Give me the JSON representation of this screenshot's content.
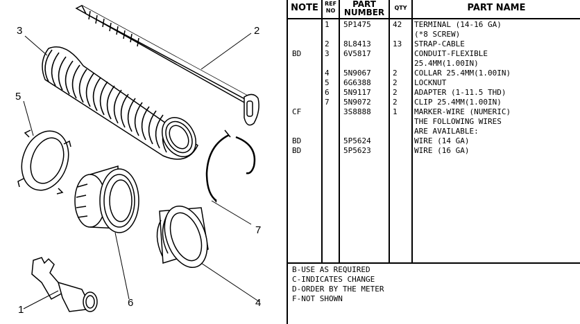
{
  "callouts": [
    "1",
    "2",
    "3",
    "4",
    "5",
    "6",
    "7"
  ],
  "table": {
    "headers": {
      "note": "NOTE",
      "ref_no": [
        "REF",
        "NO"
      ],
      "part_number": [
        "PART",
        "NUMBER"
      ],
      "qty": "QTY",
      "part_name": "PART NAME"
    },
    "rows": [
      {
        "note": "",
        "ref": "1",
        "part": "5P1475",
        "qty": "42",
        "name": "TERMINAL (14-16 GA)"
      },
      {
        "note": "",
        "ref": "",
        "part": "",
        "qty": "",
        "name": "(*8 SCREW)"
      },
      {
        "note": "",
        "ref": "2",
        "part": "8L8413",
        "qty": "13",
        "name": "STRAP-CABLE"
      },
      {
        "note": "BD",
        "ref": "3",
        "part": "6V5817",
        "qty": "",
        "name": "CONDUIT-FLEXIBLE"
      },
      {
        "note": "",
        "ref": "",
        "part": "",
        "qty": "",
        "name": "25.4MM(1.00IN)"
      },
      {
        "note": "",
        "ref": "4",
        "part": "5N9067",
        "qty": "2",
        "name": "COLLAR 25.4MM(1.00IN)"
      },
      {
        "note": "",
        "ref": "5",
        "part": "6G6388",
        "qty": "2",
        "name": "LOCKNUT"
      },
      {
        "note": "",
        "ref": "6",
        "part": "5N9117",
        "qty": "2",
        "name": "ADAPTER (1-11.5 THD)"
      },
      {
        "note": "",
        "ref": "7",
        "part": "5N9072",
        "qty": "2",
        "name": "CLIP 25.4MM(1.00IN)"
      },
      {
        "note": "CF",
        "ref": "",
        "part": "3S8888",
        "qty": "1",
        "name": "MARKER-WIRE (NUMERIC)"
      },
      {
        "note": "",
        "ref": "",
        "part": "",
        "qty": "",
        "name": "THE FOLLOWING WIRES"
      },
      {
        "note": "",
        "ref": "",
        "part": "",
        "qty": "",
        "name": "ARE AVAILABLE:"
      },
      {
        "note": "BD",
        "ref": "",
        "part": "5P5624",
        "qty": "",
        "name": "WIRE (14 GA)"
      },
      {
        "note": "BD",
        "ref": "",
        "part": "5P5623",
        "qty": "",
        "name": "WIRE (16 GA)"
      }
    ],
    "legend": [
      "B-USE AS REQUIRED",
      "C-INDICATES CHANGE",
      "D-ORDER BY THE METER",
      "F-NOT SHOWN"
    ]
  }
}
